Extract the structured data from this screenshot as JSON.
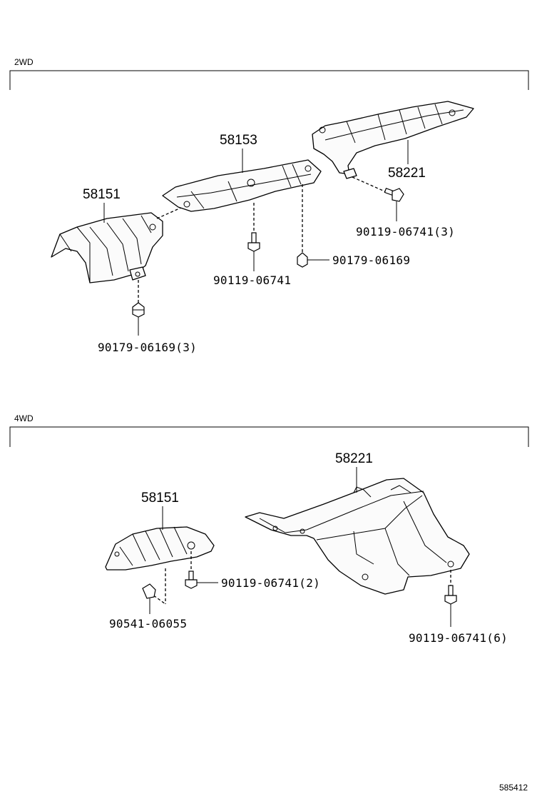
{
  "diagram_id": "585412",
  "sections": [
    {
      "title": "2WD",
      "parts": [
        {
          "number": "58151"
        },
        {
          "number": "58153"
        },
        {
          "number": "58221"
        }
      ],
      "fasteners": [
        {
          "label": "90119-06741(3)"
        },
        {
          "label": "90179-06169"
        },
        {
          "label": "90119-06741"
        },
        {
          "label": "90179-06169(3)"
        }
      ]
    },
    {
      "title": "4WD",
      "parts": [
        {
          "number": "58221"
        },
        {
          "number": "58151"
        }
      ],
      "fasteners": [
        {
          "label": "90119-06741(2)"
        },
        {
          "label": "90541-06055"
        },
        {
          "label": "90119-06741(6)"
        }
      ]
    }
  ]
}
